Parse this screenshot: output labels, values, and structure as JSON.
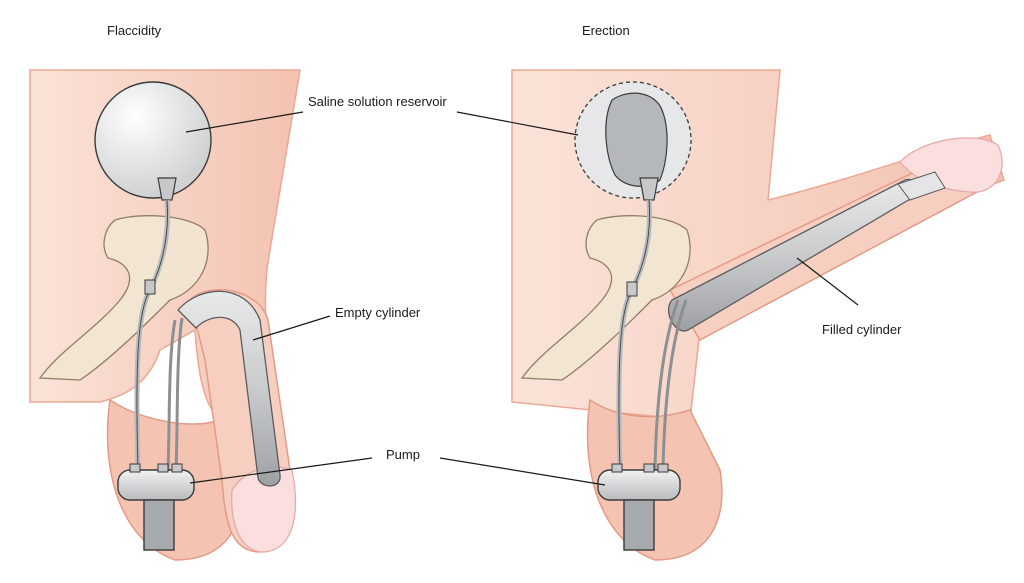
{
  "panels": {
    "left_title": "Flaccidity",
    "right_title": "Erection"
  },
  "labels": {
    "reservoir": "Saline solution reservoir",
    "empty_cylinder": "Empty cylinder",
    "pump": "Pump",
    "filled_cylinder": "Filled cylinder"
  },
  "colors": {
    "skin": "#f5c8b8",
    "skin_light": "#fbe3d9",
    "bone": "#f2e6d2",
    "device": "#d4d6d8",
    "device_dark": "#a9acaf",
    "outline": "#3a3a3a"
  }
}
